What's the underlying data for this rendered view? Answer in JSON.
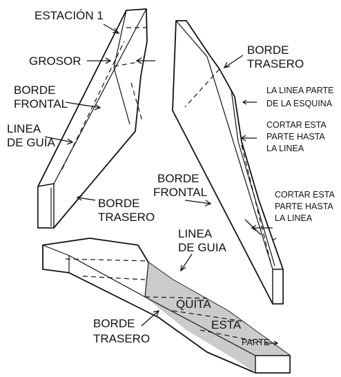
{
  "labels": {
    "estacion": "ESTACIÓN 1",
    "grosor": "GROSOR",
    "borde_frontal_1a": "BORDE",
    "borde_frontal_1b": "FRONTAL",
    "linea_guia_1a": "LINEA",
    "linea_guia_1b": "DE GUIA",
    "borde_trasero_1a": "BORDE",
    "borde_trasero_1b": "TRASERO",
    "borde_trasero_2a": "BORDE",
    "borde_trasero_2b": "TRASERO",
    "linea_parte_a": "LA LINEA PARTE",
    "linea_parte_b": "DE LA ESQUINA",
    "cortar_1a": "CORTAR ESTA",
    "cortar_1b": "PARTE HASTA",
    "cortar_1c": "LA LINEA",
    "borde_frontal_2a": "BORDE",
    "borde_frontal_2b": "FRONTAL",
    "cortar_2a": "CORTAR ESTA",
    "cortar_2b": "PARTE HASTA",
    "cortar_2c": "LA LINEA",
    "linea_guia_2a": "LINEA",
    "linea_guia_2b": "DE GUIA",
    "quita": "QUITA",
    "esta": "ESTA",
    "parte": "PARTE",
    "borde_trasero_3a": "BORDE",
    "borde_trasero_3b": "TRASERO"
  },
  "colors": {
    "shading": "#c8c8c8",
    "line": "#111111"
  }
}
